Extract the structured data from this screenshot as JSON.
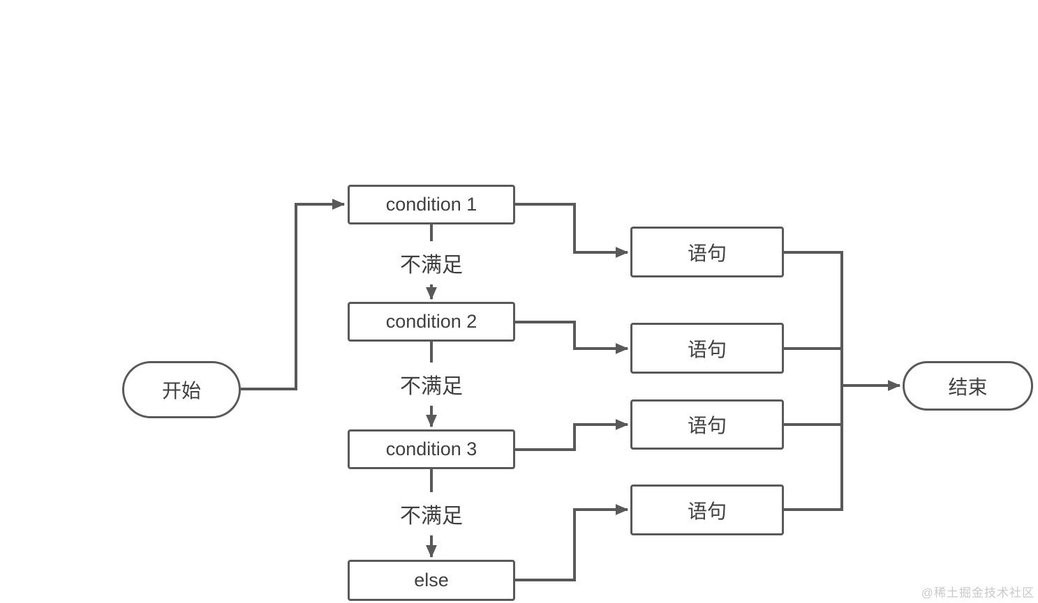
{
  "diagram": {
    "nodes": {
      "start": {
        "label": "开始"
      },
      "condition1": {
        "label": "condition 1"
      },
      "condition2": {
        "label": "condition 2"
      },
      "condition3": {
        "label": "condition 3"
      },
      "else_node": {
        "label": "else"
      },
      "statement1": {
        "label": "语句"
      },
      "statement2": {
        "label": "语句"
      },
      "statement3": {
        "label": "语句"
      },
      "statement4": {
        "label": "语句"
      },
      "end": {
        "label": "结束"
      }
    },
    "edge_labels": {
      "c1_to_c2": "不满足",
      "c2_to_c3": "不满足",
      "c3_to_else": "不满足"
    },
    "colors": {
      "line": "#595959",
      "node_border": "#595959",
      "node_fill": "#ffffff",
      "text": "#404040",
      "watermark": "#c9c9c9",
      "background": "#ffffff"
    }
  },
  "watermark": {
    "text": "@稀土掘金技术社区"
  }
}
